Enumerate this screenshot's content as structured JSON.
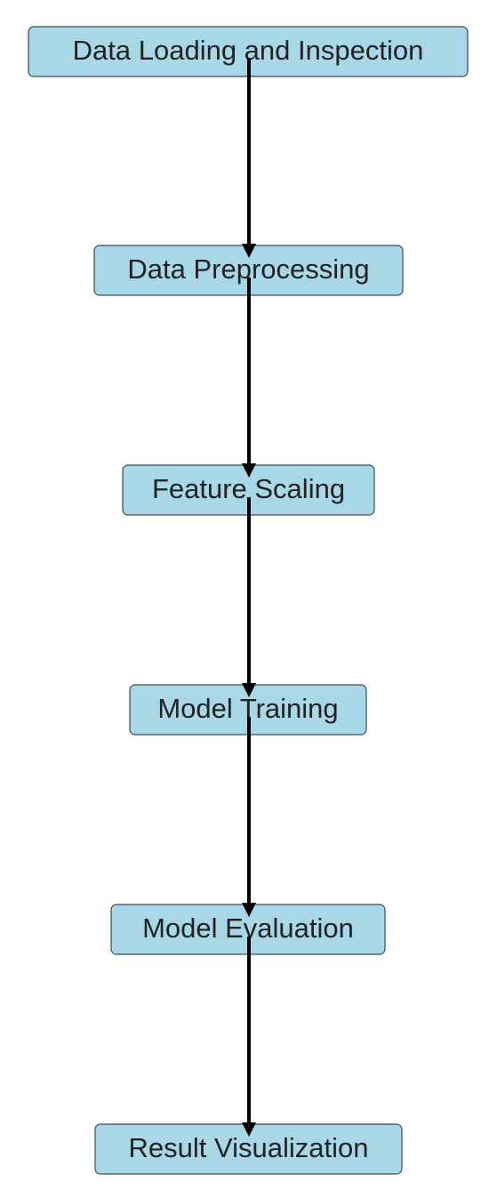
{
  "diagram": {
    "nodes": [
      {
        "id": "loading",
        "label": "Data Loading and Inspection"
      },
      {
        "id": "preprocessing",
        "label": "Data Preprocessing"
      },
      {
        "id": "scaling",
        "label": "Feature Scaling"
      },
      {
        "id": "training",
        "label": "Model Training"
      },
      {
        "id": "evaluation",
        "label": "Model Evaluation"
      },
      {
        "id": "visualization",
        "label": "Result Visualization"
      }
    ],
    "edges": [
      {
        "from": "loading",
        "to": "preprocessing"
      },
      {
        "from": "preprocessing",
        "to": "scaling"
      },
      {
        "from": "scaling",
        "to": "training"
      },
      {
        "from": "training",
        "to": "evaluation"
      },
      {
        "from": "evaluation",
        "to": "visualization"
      }
    ],
    "colors": {
      "node_fill": "#a8d8e8",
      "node_border": "#3b4a52",
      "text": "#222222",
      "arrow": "#000000"
    }
  }
}
